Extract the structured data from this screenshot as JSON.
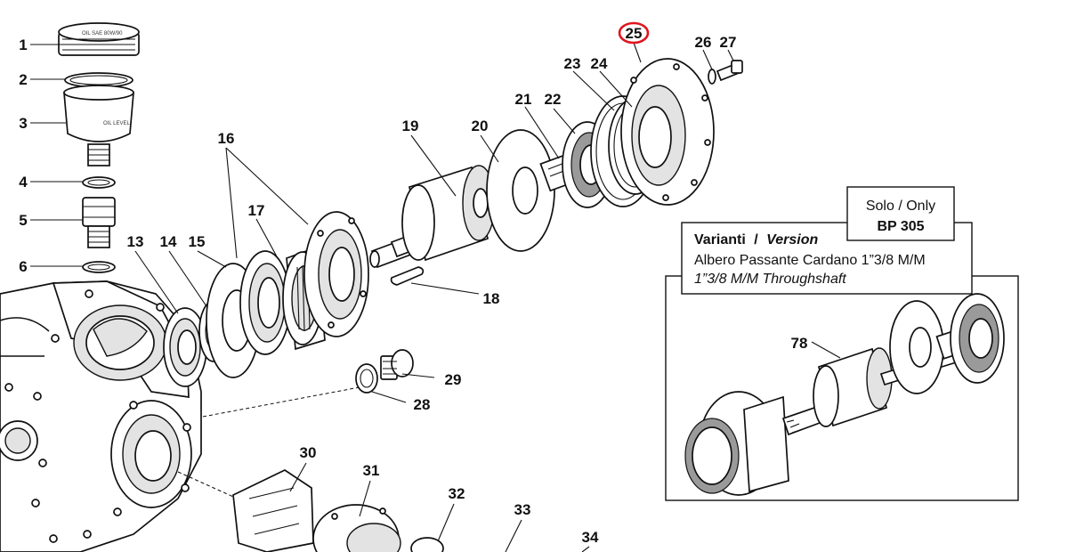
{
  "callouts": {
    "c1": "1",
    "c2": "2",
    "c3": "3",
    "c4": "4",
    "c5": "5",
    "c6": "6",
    "c13": "13",
    "c14": "14",
    "c15": "15",
    "c16": "16",
    "c17": "17",
    "c18": "18",
    "c19": "19",
    "c20": "20",
    "c21": "21",
    "c22": "22",
    "c23": "23",
    "c24": "24",
    "c25": "25",
    "c26": "26",
    "c27": "27",
    "c28": "28",
    "c29": "29",
    "c30": "30",
    "c31": "31",
    "c32": "32",
    "c33": "33",
    "c34": "34",
    "c78": "78"
  },
  "highlighted_callout": "25",
  "highlight_color": "#e0141e",
  "oil_cap_text": "OIL SAE 80W/90",
  "oil_cup_text": "OIL LEVEL",
  "version_box": {
    "badge_line1": "Solo / Only",
    "badge_line2": "BP 305",
    "title_it": "Varianti",
    "title_sep": "/",
    "title_en": "Version",
    "desc_it": "Albero Passante Cardano 1”3/8 M/M",
    "desc_en": "1”3/8 M/M Throughshaft"
  }
}
